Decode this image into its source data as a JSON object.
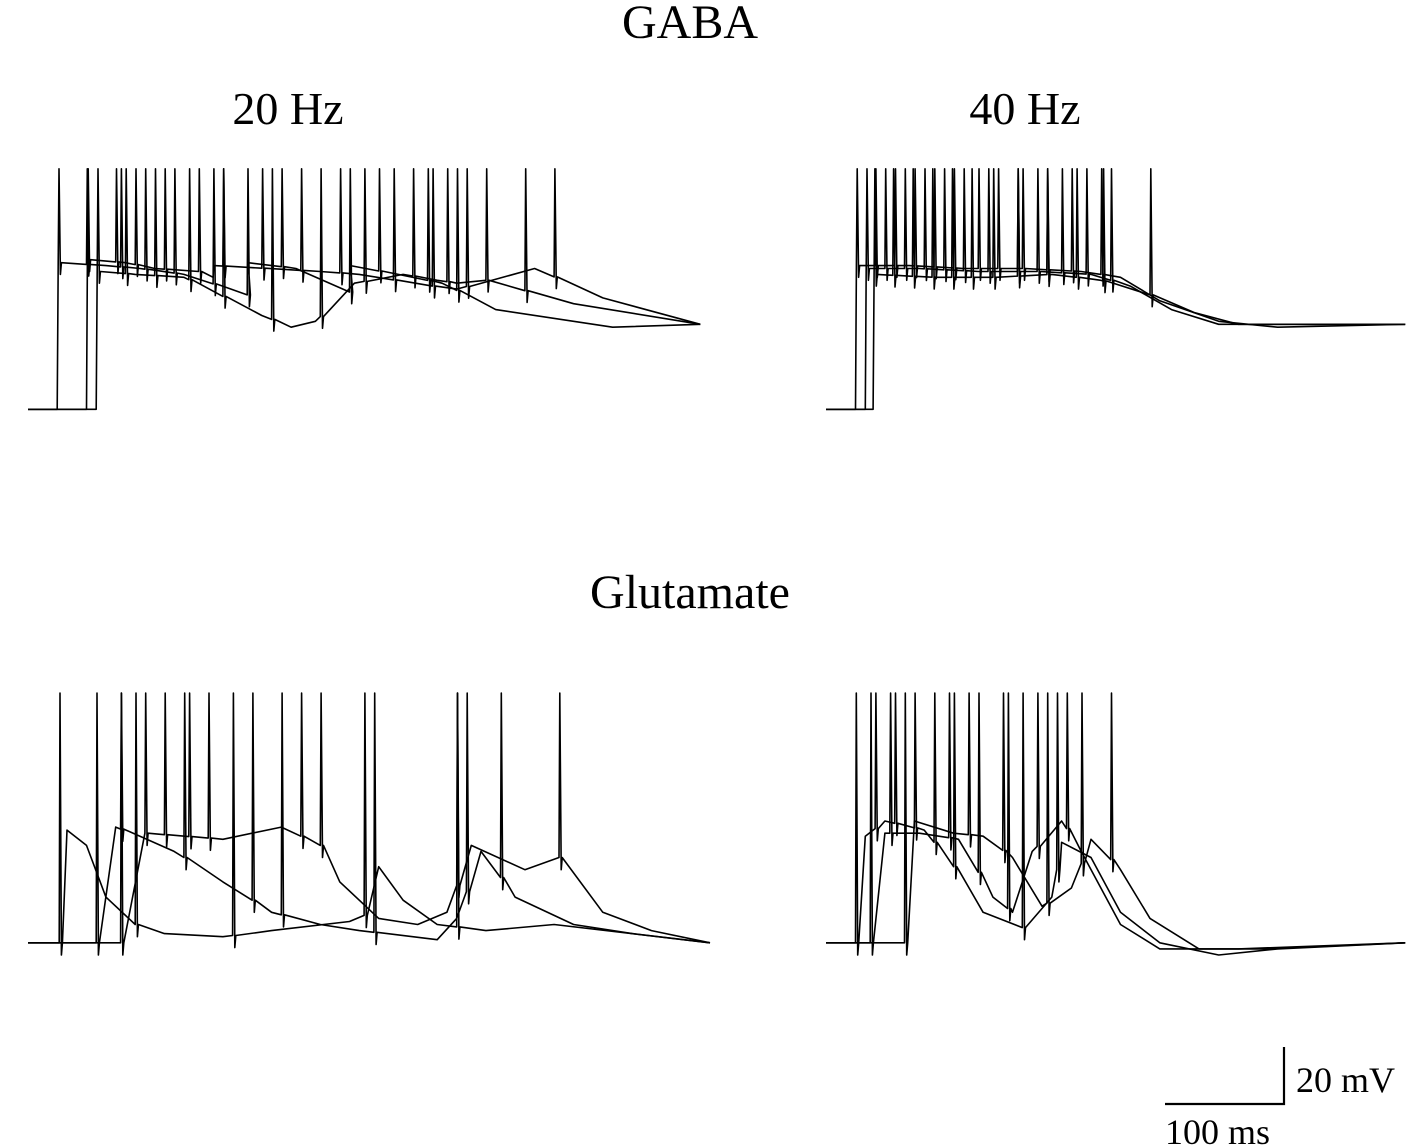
{
  "figure": {
    "title_top": "GABA",
    "title_bottom": "Glutamate",
    "column_labels": [
      "20 Hz",
      "40 Hz"
    ],
    "scale_bar": {
      "voltage_label": "20 mV",
      "time_label": "100 ms"
    }
  },
  "chart_data": [
    {
      "type": "line",
      "condition": "GABA",
      "frequency": "20 Hz",
      "series": [
        {
          "baseline_mV": -70,
          "trajectory": [
            [
              0,
              -70
            ],
            [
              30,
              -70
            ],
            [
              31,
              -20
            ],
            [
              80,
              -21
            ],
            [
              115,
              -22
            ],
            [
              160,
              -24
            ],
            [
              225,
              -31
            ],
            [
              226,
              -20
            ],
            [
              275,
              -22
            ],
            [
              330,
              -30
            ],
            [
              331,
              -21
            ],
            [
              425,
              -27
            ],
            [
              480,
              -36
            ],
            [
              600,
              -42
            ],
            [
              690,
              -41
            ]
          ],
          "spike_times_ms": [
            31,
            60,
            95,
            120,
            150,
            190,
            225,
            260,
            330,
            360,
            410,
            440
          ]
        },
        {
          "baseline_mV": -70,
          "trajectory": [
            [
              0,
              -70
            ],
            [
              60,
              -70
            ],
            [
              61,
              -19
            ],
            [
              100,
              -20
            ],
            [
              130,
              -22
            ],
            [
              175,
              -23
            ],
            [
              190,
              -25
            ],
            [
              191,
              -21
            ],
            [
              300,
              -23
            ],
            [
              340,
              -24
            ],
            [
              415,
              -28
            ],
            [
              440,
              -29
            ],
            [
              520,
              -22
            ],
            [
              590,
              -32
            ],
            [
              690,
              -41
            ]
          ],
          "spike_times_ms": [
            61,
            90,
            110,
            140,
            175,
            200,
            240,
            280,
            320,
            375,
            415,
            450,
            540
          ]
        },
        {
          "baseline_mV": -70,
          "trajectory": [
            [
              0,
              -70
            ],
            [
              70,
              -70
            ],
            [
              71,
              -23
            ],
            [
              110,
              -24
            ],
            [
              160,
              -25
            ],
            [
              240,
              -38
            ],
            [
              270,
              -42
            ],
            [
              295,
              -40
            ],
            [
              335,
              -27
            ],
            [
              385,
              -24
            ],
            [
              420,
              -26
            ],
            [
              440,
              -27
            ],
            [
              470,
              -26
            ],
            [
              560,
              -34
            ],
            [
              690,
              -41
            ]
          ],
          "spike_times_ms": [
            71,
            100,
            130,
            165,
            200,
            250,
            300,
            345,
            395,
            430,
            470,
            510
          ]
        }
      ],
      "xlim": [
        0,
        700
      ],
      "ylim": [
        -75,
        15
      ]
    },
    {
      "type": "line",
      "condition": "GABA",
      "frequency": "40 Hz",
      "series": [
        {
          "baseline_mV": -70,
          "trajectory": [
            [
              0,
              -70
            ],
            [
              30,
              -70
            ],
            [
              31,
              -21
            ],
            [
              85,
              -21
            ],
            [
              140,
              -22
            ],
            [
              200,
              -22
            ],
            [
              260,
              -23
            ],
            [
              300,
              -25
            ],
            [
              340,
              -33
            ],
            [
              400,
              -40
            ],
            [
              460,
              -42
            ],
            [
              590,
              -41
            ]
          ],
          "spike_times_ms": [
            31,
            50,
            70,
            90,
            110,
            130,
            155,
            175,
            200,
            225,
            250,
            280
          ]
        },
        {
          "baseline_mV": -70,
          "trajectory": [
            [
              0,
              -70
            ],
            [
              40,
              -70
            ],
            [
              41,
              -22
            ],
            [
              95,
              -22
            ],
            [
              155,
              -23
            ],
            [
              215,
              -23
            ],
            [
              270,
              -24
            ],
            [
              310,
              -28
            ],
            [
              352,
              -36
            ],
            [
              400,
              -41
            ],
            [
              590,
              -41
            ]
          ],
          "spike_times_ms": [
            41,
            60,
            80,
            100,
            120,
            140,
            165,
            195,
            215,
            240,
            265,
            290
          ]
        },
        {
          "baseline_mV": -70,
          "trajectory": [
            [
              0,
              -70
            ],
            [
              48,
              -70
            ],
            [
              49,
              -24
            ],
            [
              110,
              -25
            ],
            [
              170,
              -25
            ],
            [
              230,
              -24
            ],
            [
              280,
              -26
            ],
            [
              330,
              -31
            ],
            [
              375,
              -37
            ],
            [
              420,
              -41
            ],
            [
              590,
              -41
            ]
          ],
          "spike_times_ms": [
            49,
            68,
            88,
            108,
            128,
            148,
            170,
            195,
            225,
            255,
            282,
            330
          ]
        }
      ],
      "xlim": [
        0,
        600
      ],
      "ylim": [
        -75,
        15
      ]
    },
    {
      "type": "line",
      "condition": "Glutamate",
      "frequency": "20 Hz",
      "series": [
        {
          "baseline_mV": -70,
          "trajectory": [
            [
              0,
              -70
            ],
            [
              32,
              -70
            ],
            [
              40,
              -33
            ],
            [
              60,
              -38
            ],
            [
              80,
              -55
            ],
            [
              110,
              -64
            ],
            [
              140,
              -67
            ],
            [
              200,
              -68
            ],
            [
              250,
              -66
            ],
            [
              330,
              -63
            ],
            [
              345,
              -61
            ],
            [
              360,
              -45
            ],
            [
              385,
              -56
            ],
            [
              420,
              -64
            ],
            [
              470,
              -66
            ],
            [
              540,
              -64
            ],
            [
              700,
              -70
            ]
          ],
          "spike_times_ms": [
            32,
            110,
            210,
            345,
            440
          ]
        },
        {
          "baseline_mV": -70,
          "trajectory": [
            [
              0,
              -70
            ],
            [
              70,
              -70
            ],
            [
              90,
              -32
            ],
            [
              150,
              -40
            ],
            [
              200,
              -50
            ],
            [
              250,
              -60
            ],
            [
              300,
              -64
            ],
            [
              340,
              -66
            ],
            [
              420,
              -69
            ],
            [
              440,
              -62
            ],
            [
              465,
              -40
            ],
            [
              500,
              -55
            ],
            [
              560,
              -64
            ],
            [
              620,
              -67
            ],
            [
              700,
              -70
            ]
          ],
          "spike_times_ms": [
            70,
            95,
            160,
            230,
            260,
            355,
            450,
            485
          ]
        },
        {
          "baseline_mV": -70,
          "trajectory": [
            [
              0,
              -70
            ],
            [
              95,
              -70
            ],
            [
              120,
              -34
            ],
            [
              200,
              -36
            ],
            [
              260,
              -32
            ],
            [
              300,
              -38
            ],
            [
              320,
              -50
            ],
            [
              360,
              -62
            ],
            [
              400,
              -64
            ],
            [
              430,
              -60
            ],
            [
              455,
              -38
            ],
            [
              510,
              -46
            ],
            [
              545,
              -42
            ],
            [
              590,
              -60
            ],
            [
              640,
              -66
            ],
            [
              700,
              -70
            ]
          ],
          "spike_times_ms": [
            95,
            120,
            140,
            165,
            185,
            280,
            300,
            440,
            545
          ]
        }
      ],
      "xlim": [
        0,
        700
      ],
      "ylim": [
        -75,
        15
      ]
    },
    {
      "type": "line",
      "condition": "Glutamate",
      "frequency": "40 Hz",
      "series": [
        {
          "baseline_mV": -70,
          "trajectory": [
            [
              0,
              -70
            ],
            [
              30,
              -70
            ],
            [
              40,
              -35
            ],
            [
              60,
              -30
            ],
            [
              100,
              -33
            ],
            [
              130,
              -45
            ],
            [
              160,
              -60
            ],
            [
              200,
              -65
            ],
            [
              230,
              -55
            ],
            [
              240,
              -37
            ],
            [
              270,
              -42
            ],
            [
              300,
              -60
            ],
            [
              340,
              -70
            ],
            [
              400,
              -74
            ],
            [
              460,
              -72
            ],
            [
              590,
              -70
            ]
          ],
          "spike_times_ms": [
            30,
            50,
            70,
            90,
            110,
            130,
            200,
            235
          ]
        },
        {
          "baseline_mV": -70,
          "trajectory": [
            [
              0,
              -70
            ],
            [
              45,
              -70
            ],
            [
              60,
              -34
            ],
            [
              95,
              -34
            ],
            [
              135,
              -36
            ],
            [
              170,
              -55
            ],
            [
              190,
              -60
            ],
            [
              210,
              -40
            ],
            [
              240,
              -30
            ],
            [
              260,
              -40
            ],
            [
              300,
              -64
            ],
            [
              340,
              -72
            ],
            [
              420,
              -72
            ],
            [
              590,
              -70
            ]
          ],
          "spike_times_ms": [
            45,
            65,
            125,
            155,
            185,
            215,
            245
          ]
        },
        {
          "baseline_mV": -70,
          "trajectory": [
            [
              0,
              -70
            ],
            [
              80,
              -70
            ],
            [
              90,
              -30
            ],
            [
              130,
              -34
            ],
            [
              160,
              -35
            ],
            [
              190,
              -42
            ],
            [
              220,
              -58
            ],
            [
              250,
              -52
            ],
            [
              270,
              -36
            ],
            [
              300,
              -46
            ],
            [
              330,
              -62
            ],
            [
              380,
              -72
            ],
            [
              450,
              -72
            ],
            [
              590,
              -70
            ]
          ],
          "spike_times_ms": [
            80,
            145,
            180,
            225,
            260,
            290
          ]
        }
      ],
      "xlim": [
        0,
        600
      ],
      "ylim": [
        -75,
        15
      ]
    }
  ]
}
